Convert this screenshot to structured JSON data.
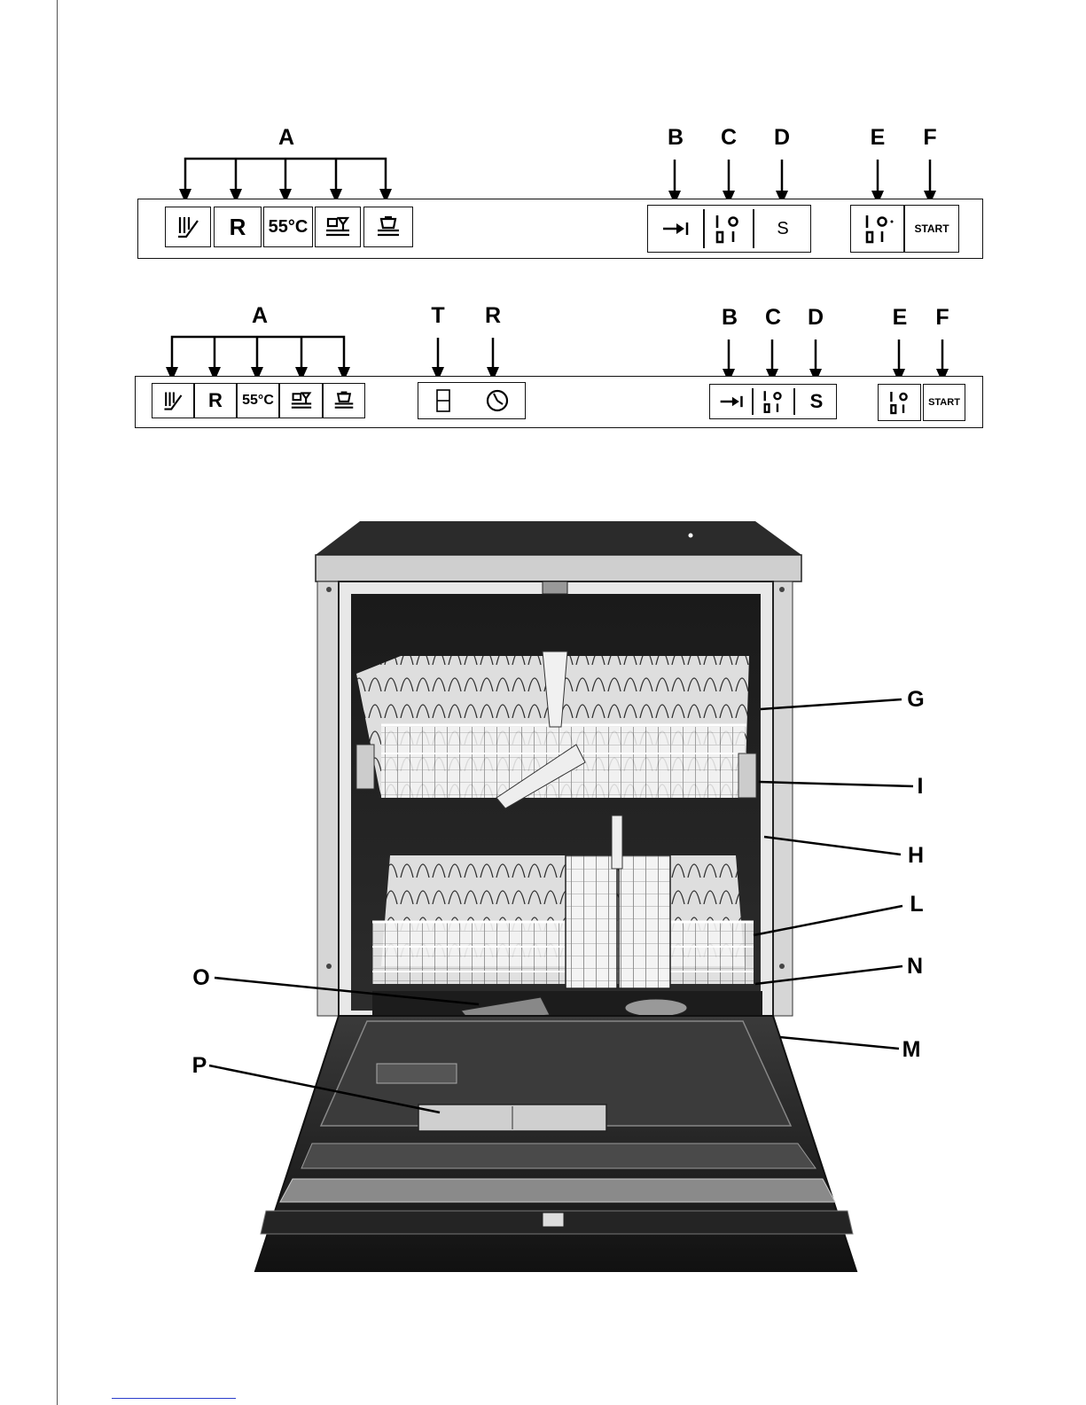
{
  "panel1": {
    "labels": {
      "A": "A",
      "B": "B",
      "C": "C",
      "D": "D",
      "E": "E",
      "F": "F"
    },
    "buttons": {
      "r": "R",
      "temp": "55°C",
      "d": "S",
      "start": "START"
    }
  },
  "panel2": {
    "labels": {
      "A": "A",
      "T": "T",
      "R": "R",
      "B": "B",
      "C": "C",
      "D": "D",
      "E": "E",
      "F": "F"
    },
    "buttons": {
      "r": "R",
      "temp": "55°C",
      "d": "S",
      "start": "START"
    }
  },
  "dishwasher": {
    "callouts": {
      "G": "G",
      "I": "I",
      "H": "H",
      "L": "L",
      "N": "N",
      "M": "M",
      "O": "O",
      "P": "P"
    }
  },
  "icons": [
    "intensive-program-icon",
    "rinse-icon",
    "temperature-icon",
    "normal-program-icon",
    "economy-program-icon",
    "arrow-right-icon",
    "switch-icon",
    "digit-display-icon",
    "clock-icon"
  ]
}
